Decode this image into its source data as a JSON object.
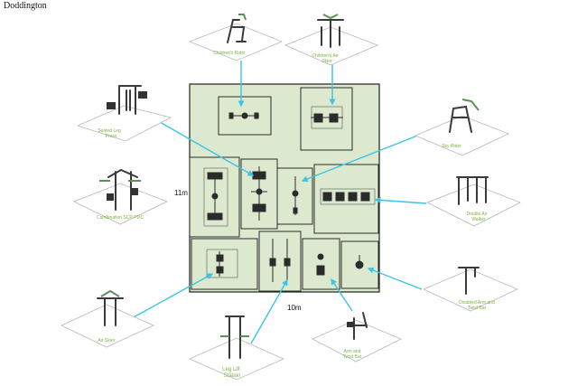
{
  "page_title": "Doddington",
  "dimensions": {
    "width_label": "10m",
    "height_label": "11m"
  },
  "stations": [
    {
      "id": "childrens-rider",
      "label_lines": [
        "Children's Rider"
      ]
    },
    {
      "id": "childrens-air-skier",
      "label_lines": [
        "Children's Air",
        "Skier"
      ]
    },
    {
      "id": "seated-leg-press",
      "label_lines": [
        "Seated Leg",
        "Press"
      ]
    },
    {
      "id": "sky-rider",
      "label_lines": [
        "Sky Rider"
      ]
    },
    {
      "id": "combination-sch-pdc",
      "label_lines": [
        "Combination SCP-PDC"
      ]
    },
    {
      "id": "double-air-walker",
      "label_lines": [
        "Double Air",
        "Walker"
      ]
    },
    {
      "id": "disabled-arm-twist",
      "label_lines": [
        "Disabled Arm and",
        "Twist Bar"
      ]
    },
    {
      "id": "air-skier",
      "label_lines": [
        "Air Skier"
      ]
    },
    {
      "id": "leg-lift-station",
      "label_lines": [
        "Leg Lift",
        "Station"
      ]
    },
    {
      "id": "arm-and-twist-bar",
      "label_lines": [
        "Arm and",
        "Twist Bar"
      ]
    }
  ],
  "colors": {
    "zone_fill": "#dde9cf",
    "arrow": "#3cc4e6",
    "label": "#7bb341"
  }
}
